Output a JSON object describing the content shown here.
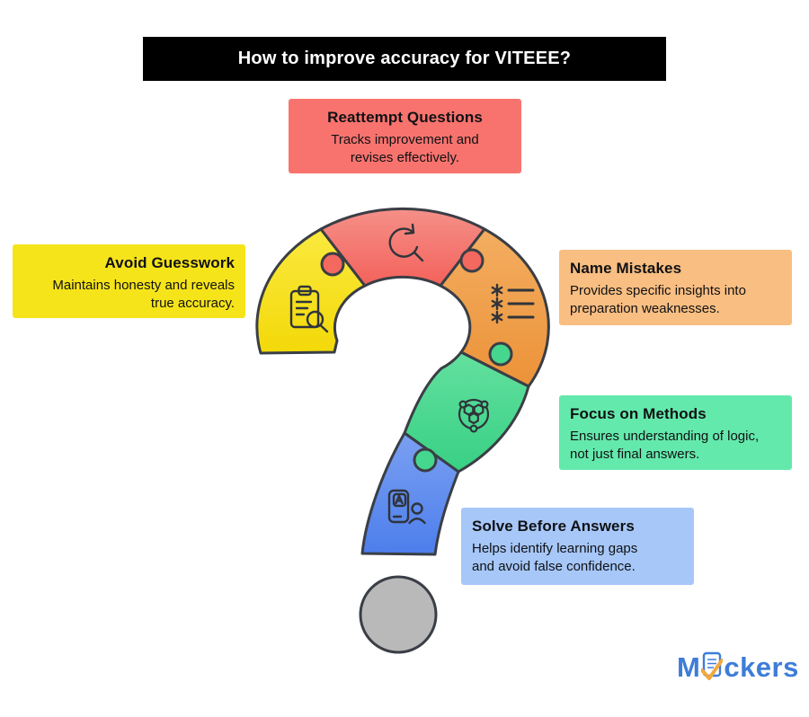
{
  "title": {
    "text": "How to improve accuracy for VITEEE?",
    "bg": "#000000",
    "color": "#ffffff"
  },
  "callouts": {
    "reattempt": {
      "heading": "Reattempt Questions",
      "body": "Tracks improvement and revises effectively.",
      "body_lines": [
        "Tracks improvement and",
        "revises effectively."
      ],
      "bg": "#F8736E"
    },
    "guesswork": {
      "heading": "Avoid Guesswork",
      "body": "Maintains honesty and reveals true accuracy.",
      "body_lines": [
        "Maintains honesty and reveals",
        "true accuracy."
      ],
      "bg": "#F6E41A"
    },
    "mistakes": {
      "heading": "Name Mistakes",
      "body": "Provides specific insights into preparation weaknesses.",
      "body_lines": [
        "Provides specific insights into",
        "preparation weaknesses."
      ],
      "bg": "#F9BE81"
    },
    "methods": {
      "heading": "Focus on Methods",
      "body": "Ensures understanding of logic, not just final answers.",
      "body_lines": [
        "Ensures understanding of logic,",
        "not just final answers."
      ],
      "bg": "#64E9AC"
    },
    "solve": {
      "heading": "Solve Before Answers",
      "body": "Helps identify learning gaps and avoid false confidence.",
      "body_lines": [
        "Helps identify learning gaps",
        "and avoid false confidence."
      ],
      "bg": "#A6C7F8"
    }
  },
  "puzzle": {
    "shape": "question-mark of five jigsaw pieces with gray dot",
    "outline_color": "#3A3E45",
    "dot_color": "#B9B9B9",
    "pieces": [
      {
        "label": "Avoid Guesswork",
        "color": "#F6E41A",
        "icon": "clipboard-search-icon"
      },
      {
        "label": "Reattempt Questions",
        "color": "#F4726B",
        "icon": "refresh-search-icon"
      },
      {
        "label": "Name Mistakes",
        "color": "#F0A352",
        "icon": "asterisk-list-icon"
      },
      {
        "label": "Focus on Methods",
        "color": "#4BDA90",
        "icon": "molecule-icon"
      },
      {
        "label": "Solve Before Answers",
        "color": "#5E8BEE",
        "icon": "id-card-person-icon"
      }
    ]
  },
  "logo": {
    "name": "Mockers",
    "prefix": "M",
    "suffix": "ckers",
    "color": "#3E7DD8",
    "check_color": "#F2A83C"
  }
}
